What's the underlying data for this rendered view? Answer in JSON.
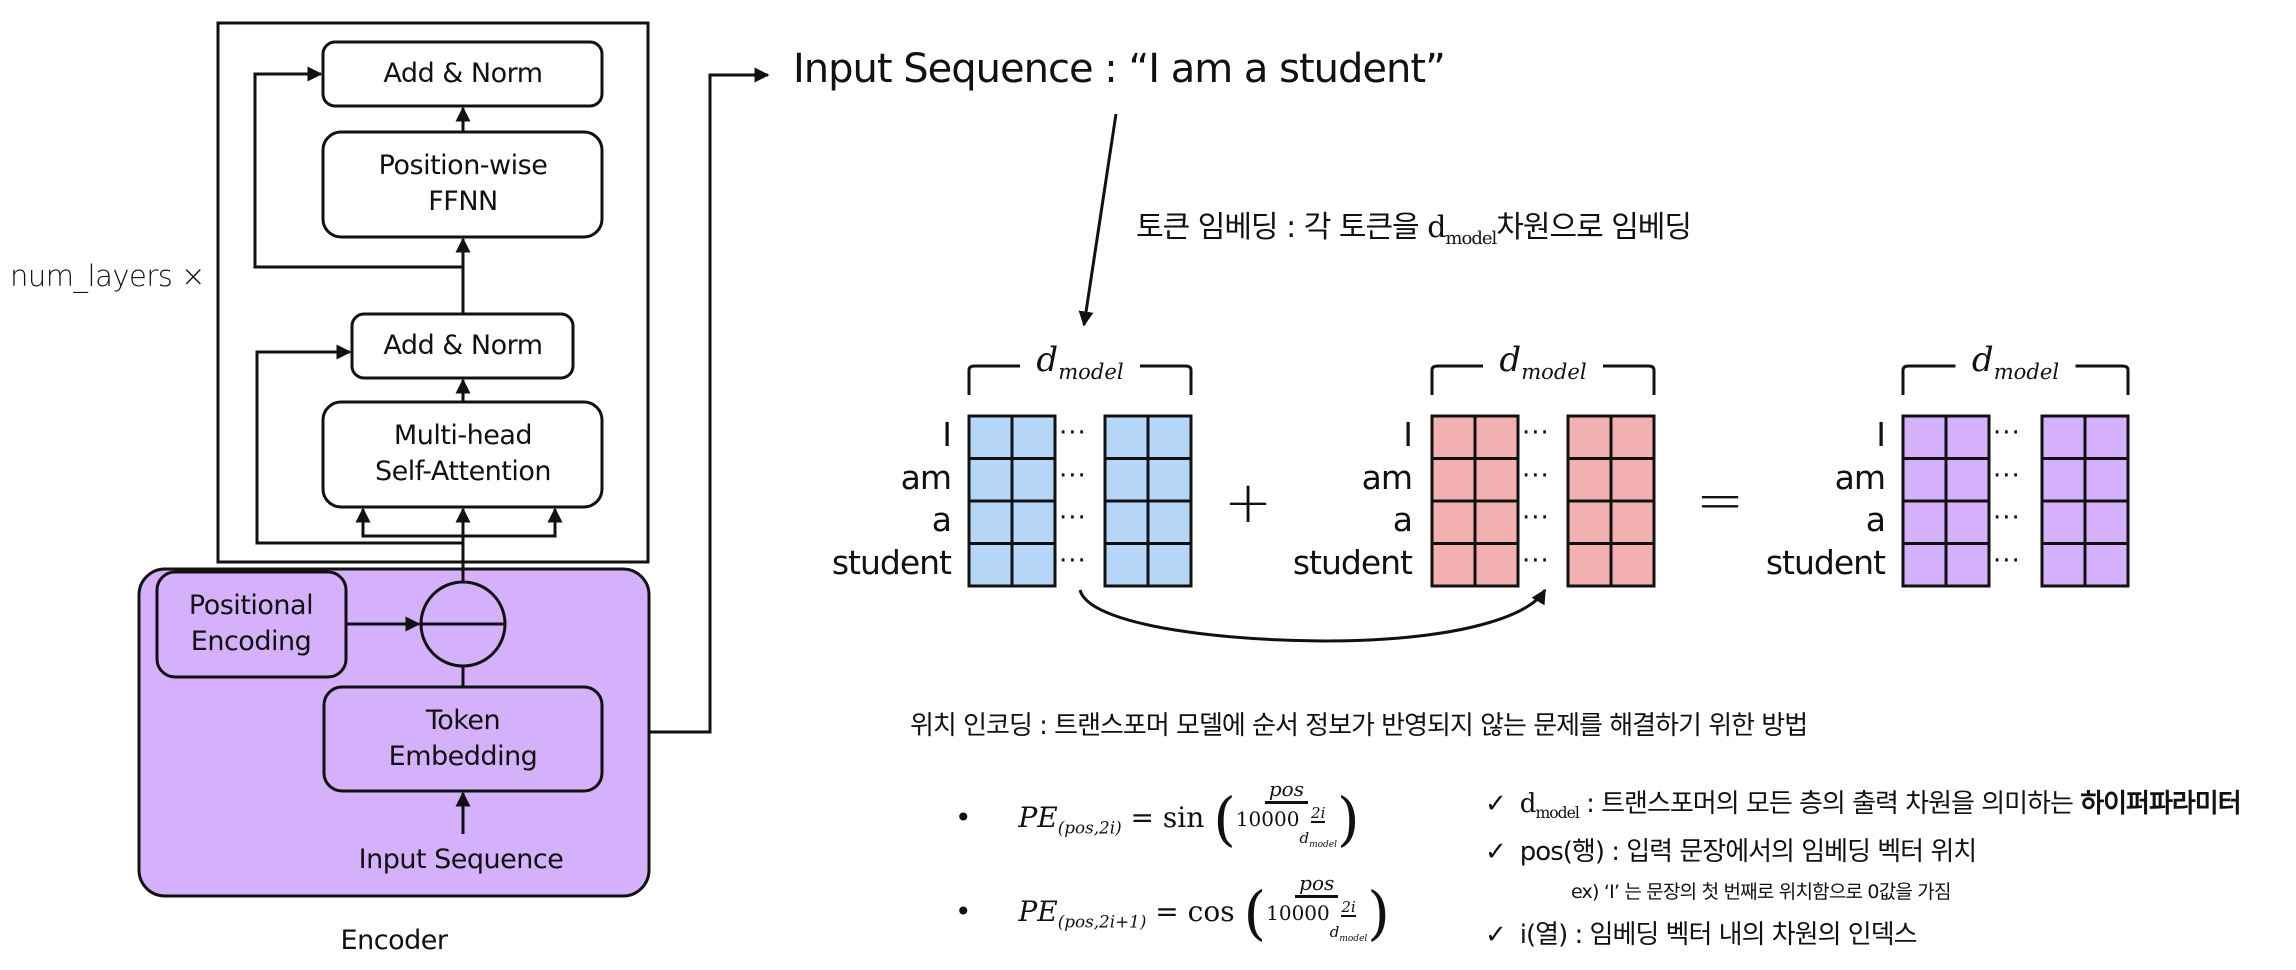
{
  "encoder": {
    "stack_label": "num_layers ×",
    "blocks": {
      "add_norm_top": "Add & Norm",
      "ffnn_line1": "Position-wise",
      "ffnn_line2": "FFNN",
      "add_norm_bottom": "Add & Norm",
      "mha_line1": "Multi-head",
      "mha_line2": "Self-Attention",
      "pos_enc_line1": "Positional",
      "pos_enc_line2": "Encoding",
      "tok_emb_line1": "Token",
      "tok_emb_line2": "Embedding",
      "input": "Input Sequence"
    },
    "caption": "Encoder",
    "colors": {
      "fill": "#d4b1fa",
      "stroke": "#111111"
    }
  },
  "header": {
    "input_sequence": "Input Sequence : “I am a student”",
    "token_embedding_prefix": "토큰 임베딩 : 각 토큰을 ",
    "token_embedding_dmodel": "d",
    "token_embedding_sub": "model",
    "token_embedding_suffix": "차원으로 임베딩"
  },
  "matrices": {
    "dim_label": "d",
    "dim_sub": "model",
    "tokens": [
      "I",
      "am",
      "a",
      "student"
    ],
    "ellipsis": "···",
    "plus": "+",
    "equals": "=",
    "items": [
      {
        "name": "token-embedding-matrix",
        "color": "#b6d7f8"
      },
      {
        "name": "positional-encoding-matrix",
        "color": "#f2b1b0"
      },
      {
        "name": "result-matrix",
        "color": "#d4b1fa"
      }
    ]
  },
  "description": {
    "title": "위치 인코딩 : 트랜스포머 모델에 순서 정보가 반영되지 않는 문제를 해결하기 위한 방법",
    "formulas": [
      {
        "bullet": "•",
        "lhs": "PE",
        "sub": "(pos,2i)",
        "func": "sin",
        "num": "pos",
        "base": "10000",
        "exp_num": "2i",
        "exp_den": "d",
        "exp_den_sub": "model"
      },
      {
        "bullet": "•",
        "lhs": "PE",
        "sub": "(pos,2i+1)",
        "func": "cos",
        "num": "pos",
        "base": "10000",
        "exp_num": "2i",
        "exp_den": "d",
        "exp_den_sub": "model"
      }
    ],
    "definitions": [
      {
        "check": "✓",
        "term": "d",
        "term_sub": "model",
        "text": " : 트랜스포머의 모든 층의 출력 차원을 의미하는 ",
        "emph": "하이퍼파라미터"
      },
      {
        "check": "✓",
        "term": "pos(행)",
        "text": " : 입력 문장에서의 임베딩 벡터 위치"
      },
      {
        "example": "ex) ‘I’ 는 문장의 첫 번째로 위치함으로 0값을 가짐"
      },
      {
        "check": "✓",
        "term": "i(열)",
        "text": " : 임베딩 벡터 내의 차원의 인덱스"
      }
    ]
  }
}
